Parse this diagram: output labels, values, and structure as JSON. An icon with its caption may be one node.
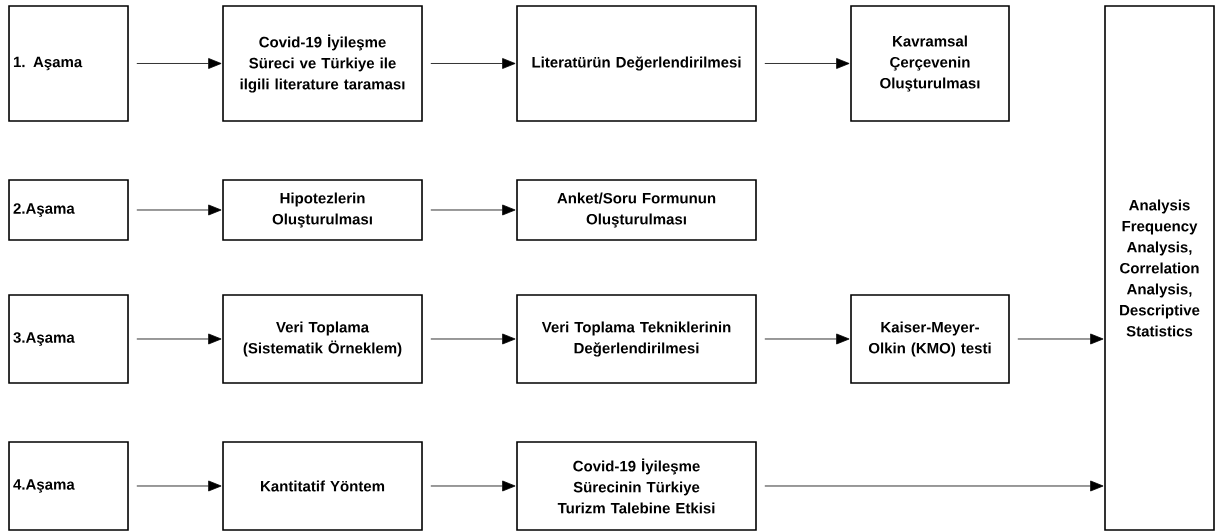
{
  "diagram": {
    "nodes": [
      {
        "text": [
          "1. Aşama"
        ]
      },
      {
        "text": [
          "Covid-19 İyileşme Süreci ve Türkiye ile ilgili literature taraması"
        ]
      },
      {
        "text": [
          "Literatürün Değerlendirilmesi"
        ]
      },
      {
        "text": [
          "Kavramsal Çerçevenin Oluşturulması"
        ]
      },
      {
        "text": [
          "Analysis Frequency Analysis, Correlation Analysis, Descriptive Statistics"
        ]
      },
      {
        "text": [
          "2.Aşama"
        ]
      },
      {
        "text": [
          "Hipotezlerin Oluşturulması"
        ]
      },
      {
        "text": [
          "Anket/Soru Formunun Oluşturulması"
        ]
      },
      {
        "text": [
          "3.Aşama"
        ]
      },
      {
        "text": [
          "Veri Toplama (Sistematik Örneklem)"
        ]
      },
      {
        "text": [
          "Veri Toplama Tekniklerinin Değerlendirilmesi"
        ]
      },
      {
        "text": [
          "Kaiser-Meyer-Olkin (KMO) testi"
        ]
      },
      {
        "text": [
          "4.Aşama"
        ]
      },
      {
        "text": [
          "Kantitatif Yöntem"
        ]
      },
      {
        "text": [
          "Covid-19 İyileşme Sürecinin Türkiye Turizm Talebine Etkisi"
        ]
      }
    ],
    "edges": [
      {
        "from": 0,
        "to": 1,
        "arrow": "to"
      },
      {
        "from": 1,
        "to": 2,
        "arrow": "to"
      },
      {
        "from": 2,
        "to": 3,
        "arrow": "to"
      },
      {
        "from": 5,
        "to": 6,
        "arrow": "to"
      },
      {
        "from": 6,
        "to": 7,
        "arrow": "to"
      },
      {
        "from": 8,
        "to": 9,
        "arrow": "to"
      },
      {
        "from": 9,
        "to": 10,
        "arrow": "to"
      },
      {
        "from": 10,
        "to": 11,
        "arrow": "to"
      },
      {
        "from": 11,
        "to": 4,
        "arrow": "to"
      },
      {
        "from": 12,
        "to": 13,
        "arrow": "to"
      },
      {
        "from": 13,
        "to": 14,
        "arrow": "to"
      },
      {
        "from": 14,
        "to": 4,
        "arrow": "to"
      }
    ]
  }
}
